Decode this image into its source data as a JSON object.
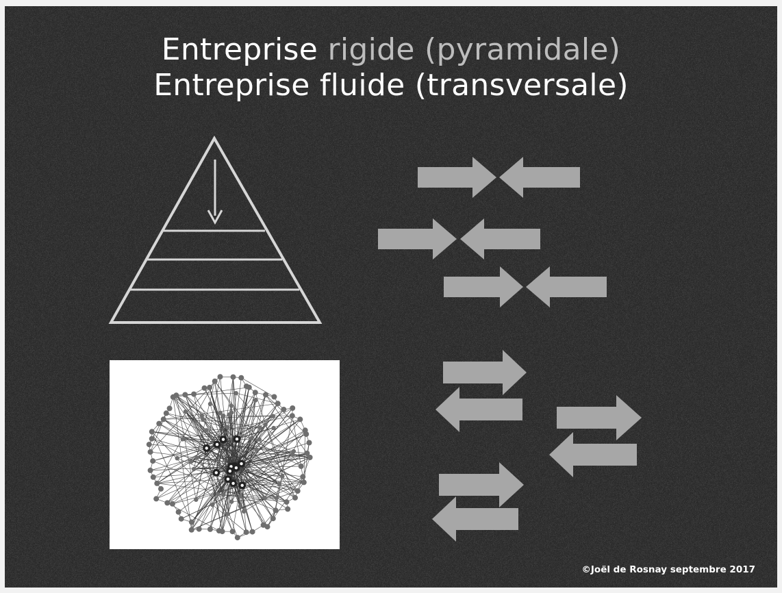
{
  "slide": {
    "title": {
      "line1_prefix": "Entreprise ",
      "line1_emphasis": "rigide (pyramidale)",
      "line2": "Entreprise fluide (transversale)"
    },
    "credit": "©Joël de Rosnay septembre 2017",
    "colors": {
      "background": "#3d3d3d",
      "title_text": "#ffffff",
      "muted_title_text": "#bdbdbd",
      "pyramid_stroke": "#d6d6d6",
      "arrow_fill": "#a7a7a7",
      "photo_background": "#ffffff",
      "network_node": "#6e6e6e",
      "network_hub": "#222222"
    },
    "figures": [
      {
        "name": "pyramid",
        "icon": "pyramid-icon",
        "levels": 4,
        "has_downward_arrow": true
      },
      {
        "name": "converging-arrows",
        "icon": "converging-arrows-icon",
        "pairs": 3
      },
      {
        "name": "network",
        "icon": "network-graph-icon"
      },
      {
        "name": "bidirectional-arrows",
        "icon": "bidirectional-arrows-icon",
        "pairs": 3
      }
    ]
  }
}
